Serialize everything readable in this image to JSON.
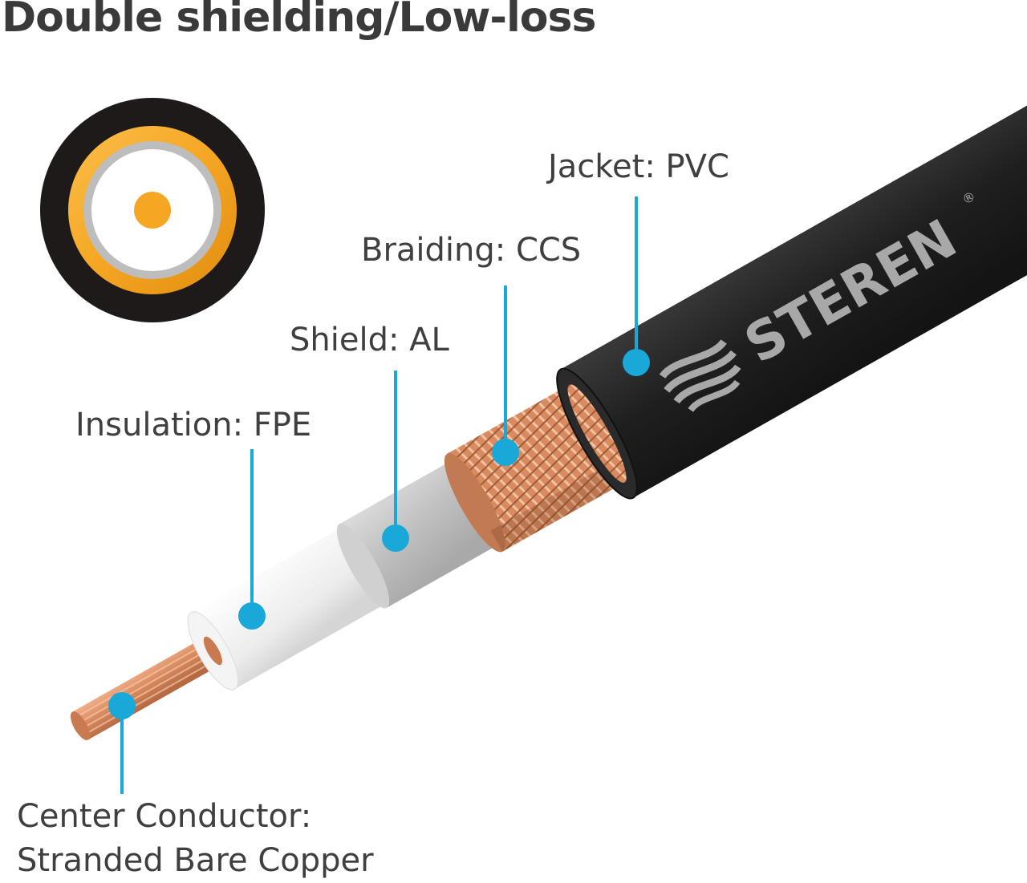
{
  "title": "Double shielding/Low-loss",
  "brand": "STEREN",
  "brand_mark": "®",
  "colors": {
    "leader": "#1aa8d8",
    "jacket": "#262626",
    "copper": "#d98a5f",
    "insulation": "#ececec",
    "foil": "#c4c4c4",
    "ring_gold": "#f5a623",
    "text": "#3f3f3f"
  },
  "labels": {
    "jacket": "Jacket: PVC",
    "braiding": "Braiding: CCS",
    "shield": "Shield: AL",
    "insulation": "Insulation: FPE",
    "conductor_line1": "Center Conductor:",
    "conductor_line2": "Stranded Bare Copper"
  }
}
